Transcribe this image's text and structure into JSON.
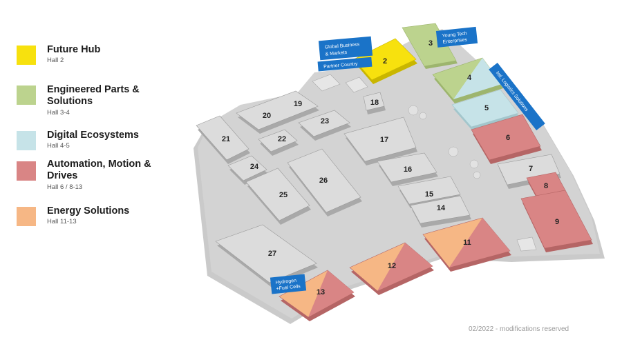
{
  "colors": {
    "future_hub": "#f7e10e",
    "engineered": "#bcd38e",
    "digital": "#c6e3e8",
    "automation": "#d98585",
    "energy": "#f6b785",
    "hall": "#d7d7d7",
    "ground": "#c9c9c9",
    "tag_blue": "#1a73c8"
  },
  "legend": [
    {
      "title": "Future Hub",
      "hall": "Hall 2",
      "color": "#f7e10e"
    },
    {
      "title": "Engineered Parts & Solutions",
      "hall": "Hall 3-4",
      "color": "#bcd38e"
    },
    {
      "title": "Digital Ecosystems",
      "hall": "Hall 4-5",
      "color": "#c6e3e8"
    },
    {
      "title": "Automation, Motion & Drives",
      "hall": "Hall 6 / 8-13",
      "color": "#d98585"
    },
    {
      "title": "Energy Solutions",
      "hall": "Hall 11-13",
      "color": "#f6b785"
    }
  ],
  "halls": {
    "h2": "2",
    "h3": "3",
    "h4": "4",
    "h5": "5",
    "h6": "6",
    "h7": "7",
    "h8": "8",
    "h9": "9",
    "h11": "11",
    "h12": "12",
    "h13": "13",
    "h14": "14",
    "h15": "15",
    "h16": "16",
    "h17": "17",
    "h18": "18",
    "h19": "19",
    "h20": "20",
    "h21": "21",
    "h22": "22",
    "h23": "23",
    "h24": "24",
    "h25": "25",
    "h26": "26",
    "h27": "27"
  },
  "tags": {
    "global_business_1": "Global Business",
    "global_business_2": "& Markets",
    "partner_country": "Partner Country",
    "young_tech_1": "Young Tech",
    "young_tech_2": "Enterprises",
    "logistics": "Intl. Logistics Solutions",
    "hydrogen_1": "Hydrogen",
    "hydrogen_2": "+Fuel Cells"
  },
  "footer": "02/2022 - modifications reserved"
}
